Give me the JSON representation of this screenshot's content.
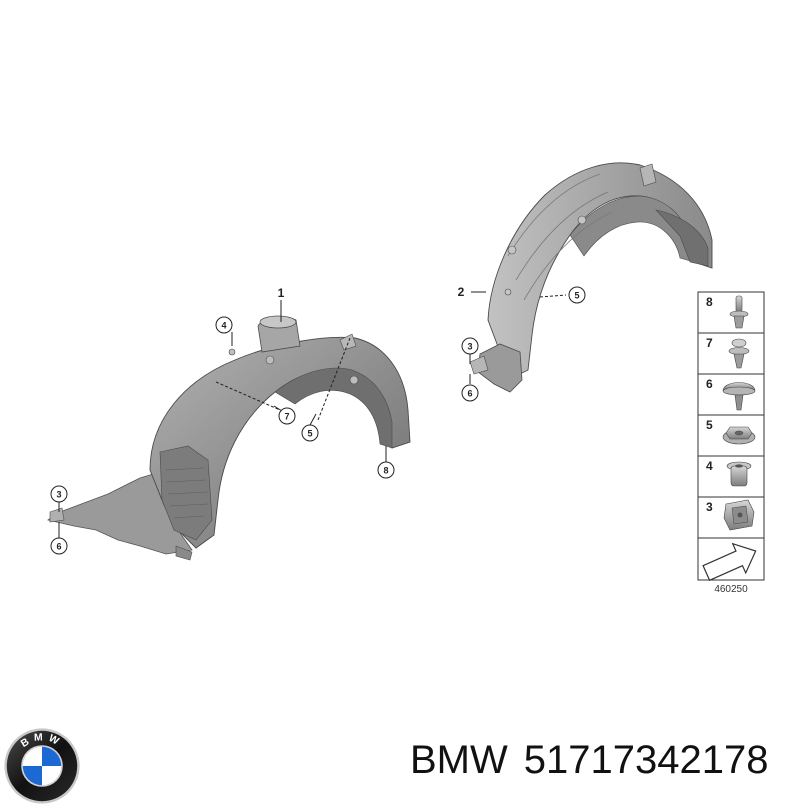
{
  "callouts": {
    "part_1": "1",
    "part_2": "2",
    "left_4": "4",
    "left_7": "7",
    "left_5": "5",
    "left_8": "8",
    "left_3": "3",
    "left_6": "6",
    "right_5": "5",
    "right_3": "3",
    "right_6": "6"
  },
  "legend": {
    "items": [
      "8",
      "7",
      "6",
      "5",
      "4",
      "3"
    ]
  },
  "diagram_number": "460250",
  "logo": {
    "brand_letters": "BMW",
    "colors": {
      "ring": "#111111",
      "blue": "#1c69d4",
      "white": "#ffffff",
      "silver": "#c8c8c8"
    }
  },
  "caption": {
    "brand": "BMW",
    "part_number": "51717342178"
  },
  "colors": {
    "part_fill": "#8e8e8e",
    "part_dark": "#6a6a6a",
    "part_light": "#b4b4b4",
    "line": "#333333"
  }
}
